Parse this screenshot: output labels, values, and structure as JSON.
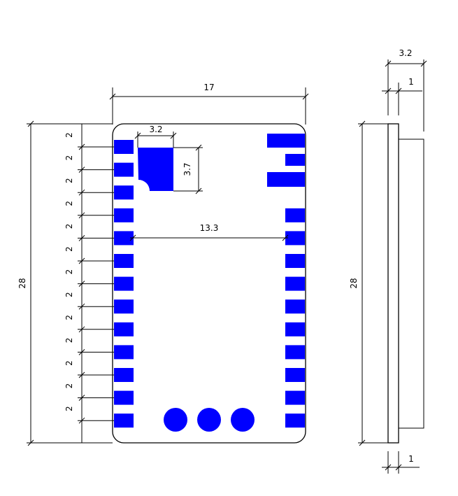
{
  "drawing": {
    "line_color": "#000000",
    "pad_color": "#0000ff",
    "top_view": {
      "width_label": "17",
      "height_label": "28",
      "pitch_label": "2",
      "pitch_label_count": 13,
      "left_pad_count": 13,
      "right_pad_count": 10,
      "bottom_round_pad_count": 3,
      "big_pad_width_label": "3.2",
      "big_pad_height_label": "3.7",
      "pad_span_label": "13.3"
    },
    "side_view": {
      "thickness_label": "3.2",
      "board_top_label": "1",
      "board_bottom_label": "1",
      "height_label": "28"
    }
  }
}
